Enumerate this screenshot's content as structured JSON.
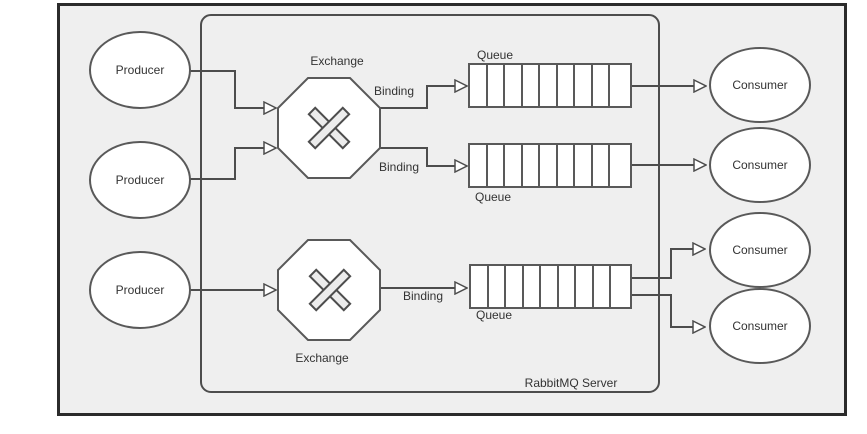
{
  "diagram": {
    "server": {
      "label": "RabbitMQ Server"
    },
    "producers": [
      {
        "label": "Producer"
      },
      {
        "label": "Producer"
      },
      {
        "label": "Producer"
      }
    ],
    "exchanges": [
      {
        "label": "Exchange"
      },
      {
        "label": "Exchange"
      }
    ],
    "bindings": [
      {
        "label": "Binding"
      },
      {
        "label": "Binding"
      },
      {
        "label": "Binding"
      }
    ],
    "queues": [
      {
        "label": "Queue"
      },
      {
        "label": "Queue"
      },
      {
        "label": "Queue"
      }
    ],
    "consumers": [
      {
        "label": "Consumer"
      },
      {
        "label": "Consumer"
      },
      {
        "label": "Consumer"
      },
      {
        "label": "Consumer"
      }
    ],
    "colors": {
      "canvas_bg": "#efefef",
      "outer_border": "#2b2b2b",
      "shape_fill": "#ffffff",
      "shape_stroke": "#595959",
      "connector": "#4d4d4d",
      "text": "#333333"
    }
  }
}
